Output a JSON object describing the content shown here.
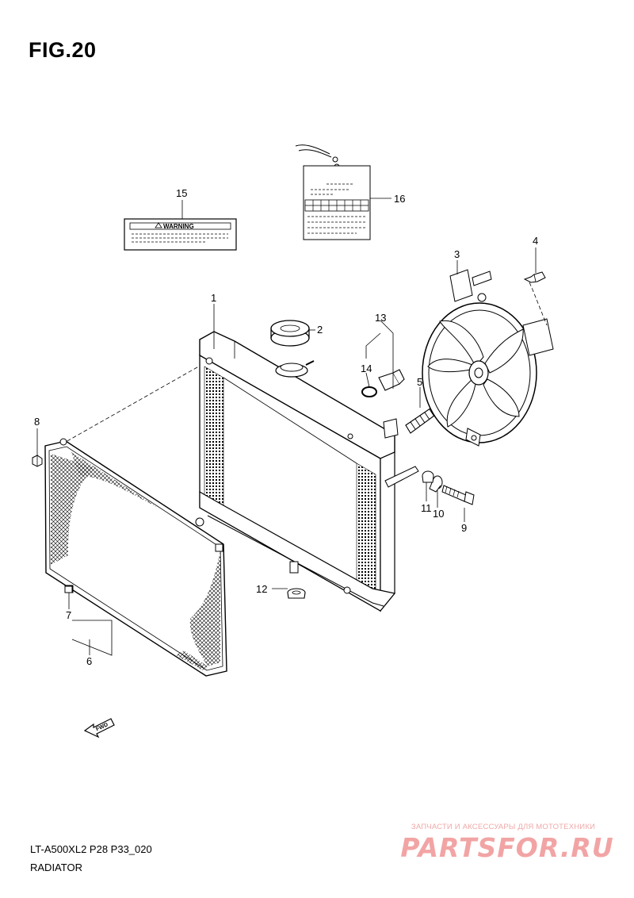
{
  "figure": {
    "title": "FIG.20"
  },
  "footer": {
    "code": "LT-A500XL2 P28 P33_020",
    "name": "RADIATOR"
  },
  "labels": {
    "warning_text": "WARNING",
    "fwd_text": "FWD"
  },
  "callouts": {
    "c1": "1",
    "c2": "2",
    "c3": "3",
    "c4": "4",
    "c5": "5",
    "c6": "6",
    "c7": "7",
    "c8": "8",
    "c9": "9",
    "c10": "10",
    "c11": "11",
    "c12": "12",
    "c13": "13",
    "c14": "14",
    "c15": "15",
    "c16": "16"
  },
  "watermark": {
    "line": "ЗАПЧАСТИ И АКСЕССУАРЫ ДЛЯ МОТОТЕХНИКИ",
    "logo": "PARTSFOR.RU"
  }
}
